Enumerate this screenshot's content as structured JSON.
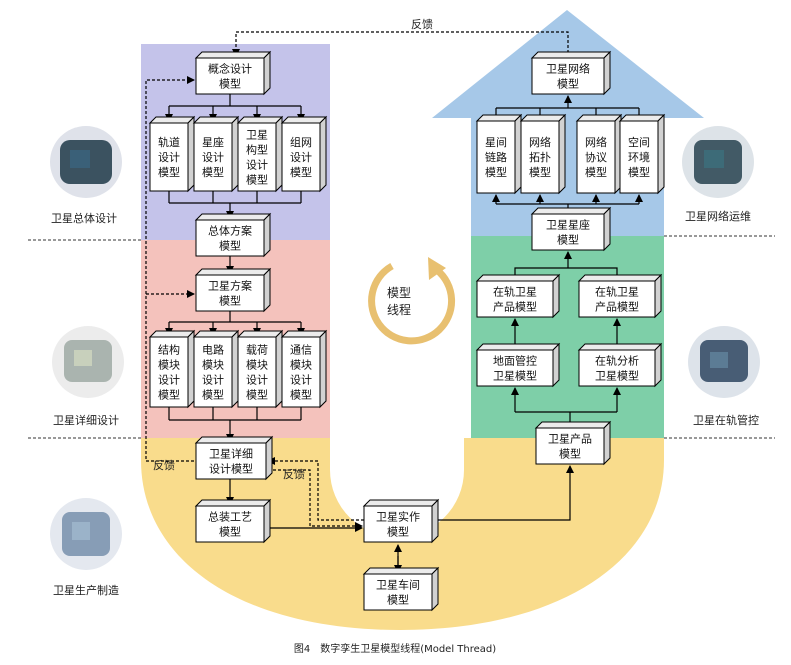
{
  "figure": {
    "caption": "图4　数字孪生卫星模型线程(Model Thread)"
  },
  "colors": {
    "design": "#c4c3ea",
    "detail": "#f4c2bc",
    "manufacture": "#f9dc8c",
    "operations": "#a6c8e8",
    "control": "#7ecfa8",
    "cycle_arrow": "#e8c070"
  },
  "center": {
    "label_line1": "模型",
    "label_line2": "线程"
  },
  "feedback": {
    "top": "反馈",
    "left": "反馈",
    "right": "反馈"
  },
  "stages": {
    "overall_design": "卫星总体设计",
    "detailed_design": "卫星详细设计",
    "production": "卫星生产制造",
    "network_ops": "卫星网络运维",
    "onorbit_control": "卫星在轨管控"
  },
  "models": {
    "concept": [
      "概念设计",
      "模型"
    ],
    "orbit": [
      "轨道",
      "设计",
      "模型"
    ],
    "constellation": [
      "星座",
      "设计",
      "模型"
    ],
    "config": [
      "卫星",
      "构型",
      "设计",
      "模型"
    ],
    "networking": [
      "组网",
      "设计",
      "模型"
    ],
    "overall_plan": [
      "总体方案",
      "模型"
    ],
    "sat_plan": [
      "卫星方案",
      "模型"
    ],
    "structure": [
      "结构",
      "模块",
      "设计",
      "模型"
    ],
    "circuit": [
      "电路",
      "模块",
      "设计",
      "模型"
    ],
    "payload": [
      "载荷",
      "模块",
      "设计",
      "模型"
    ],
    "comm": [
      "通信",
      "模块",
      "设计",
      "模型"
    ],
    "detail_design": [
      "卫星详细",
      "设计模型"
    ],
    "assembly": [
      "总装工艺",
      "模型"
    ],
    "physical": [
      "卫星实作",
      "模型"
    ],
    "workshop": [
      "卫星车间",
      "模型"
    ],
    "product": [
      "卫星产品",
      "模型"
    ],
    "ground": [
      "地面管控",
      "卫星模型"
    ],
    "analysis": [
      "在轨分析",
      "卫星模型"
    ],
    "onorbit1": [
      "在轨卫星",
      "产品模型"
    ],
    "onorbit2": [
      "在轨卫星",
      "产品模型"
    ],
    "sat_const": [
      "卫星星座",
      "模型"
    ],
    "link": [
      "星间",
      "链路",
      "模型"
    ],
    "topology": [
      "网络",
      "拓扑",
      "模型"
    ],
    "protocol": [
      "网络",
      "协议",
      "模型"
    ],
    "space_env": [
      "空间",
      "环境",
      "模型"
    ],
    "sat_network": [
      "卫星网络",
      "模型"
    ]
  }
}
